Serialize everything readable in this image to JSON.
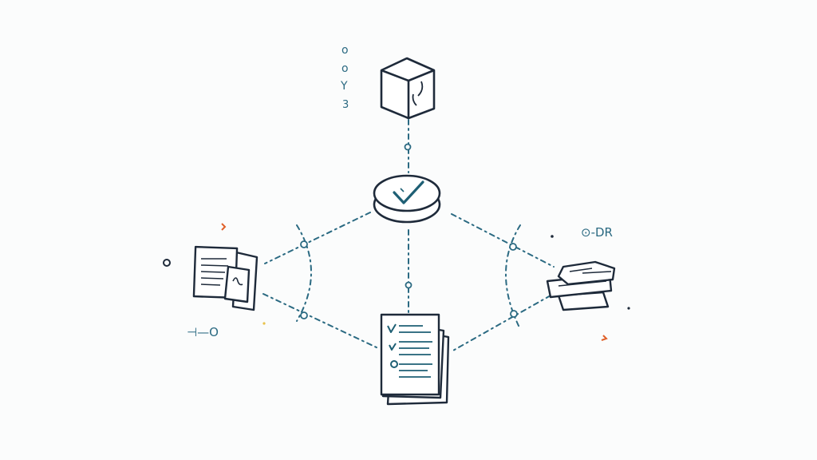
{
  "diagram": {
    "labels": {
      "top_left_glyphs": [
        "o",
        "o",
        "Y",
        "3"
      ],
      "right_label": "⊙-DR",
      "left_label": "⊣—O"
    },
    "nodes": [
      {
        "name": "cube-icon",
        "kind": "cube"
      },
      {
        "name": "checkmark-hub-icon",
        "kind": "hub"
      },
      {
        "name": "documents-left-icon",
        "kind": "documents"
      },
      {
        "name": "checklist-documents-icon",
        "kind": "checklist"
      },
      {
        "name": "stacked-books-icon",
        "kind": "books"
      }
    ],
    "colors": {
      "ink": "#1e2a3a",
      "connector": "#2b6a82",
      "accent_orange": "#e0612a",
      "accent_yellow": "#e8c24a",
      "background": "#fbfcfc"
    }
  }
}
